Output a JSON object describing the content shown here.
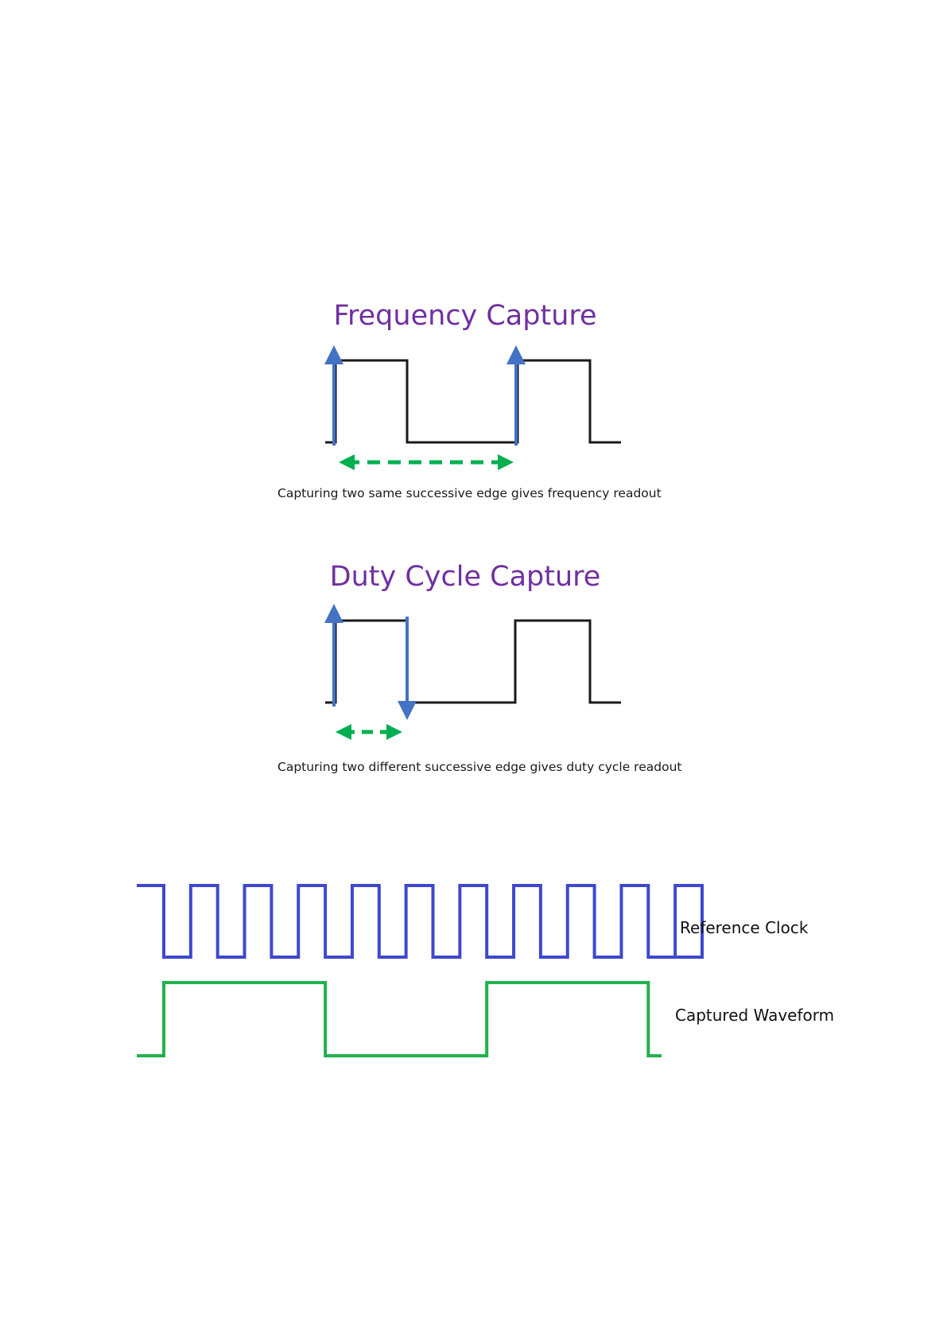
{
  "colors": {
    "title": "#7030a0",
    "waveform": "#1a1a1a",
    "edge_arrow": "#4472c4",
    "span_arrow": "#00b050",
    "reference_clock": "#3f48cc",
    "captured_waveform": "#22b14c"
  },
  "frequency_capture": {
    "title": "Frequency Capture",
    "caption": "Capturing two same successive edge gives frequency readout"
  },
  "duty_cycle_capture": {
    "title": "Duty Cycle Capture",
    "caption": "Capturing two different successive edge gives duty cycle readout"
  },
  "timing": {
    "reference_clock_label": "Reference Clock",
    "captured_waveform_label": "Captured Waveform",
    "reference_clock_cycles": 10,
    "captured_waveform_cycles": 2
  }
}
